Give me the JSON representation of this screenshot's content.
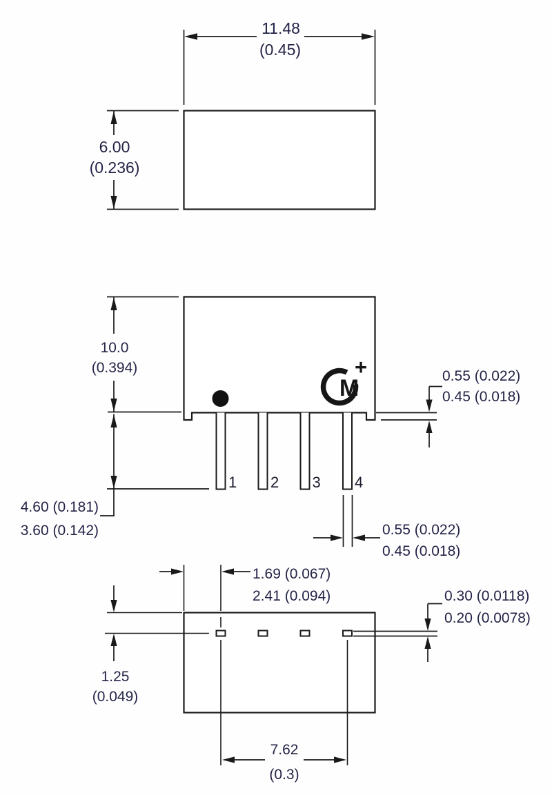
{
  "views": {
    "top": {
      "width_mm": "11.48",
      "width_inch": "(0.45)",
      "depth_mm": "6.00",
      "depth_inch": "(0.236)"
    },
    "front": {
      "height_mm": "10.0",
      "height_inch": "(0.394)",
      "lead_length_max": "4.60 (0.181)",
      "lead_length_min": "3.60 (0.142)",
      "standoff_max": "0.55 (0.022)",
      "standoff_min": "0.45 (0.018)",
      "lead_width_max": "0.55 (0.022)",
      "lead_width_min": "0.45 (0.018)",
      "pins": [
        "1",
        "2",
        "3",
        "4"
      ],
      "logo_letter": "M",
      "logo_plus": "+"
    },
    "bottom": {
      "edge_to_pin_min": "1.69 (0.067)",
      "edge_to_pin_max": "2.41 (0.094)",
      "row_offset_mm": "1.25",
      "row_offset_inch": "(0.049)",
      "lead_thickness_max": "0.30 (0.0118)",
      "lead_thickness_min": "0.20 (0.0078)",
      "pitch_mm": "7.62",
      "pitch_inch": "(0.3)"
    }
  },
  "colors": {
    "line": "#1a1a1a",
    "text": "#232347",
    "background": "#fefefe"
  }
}
